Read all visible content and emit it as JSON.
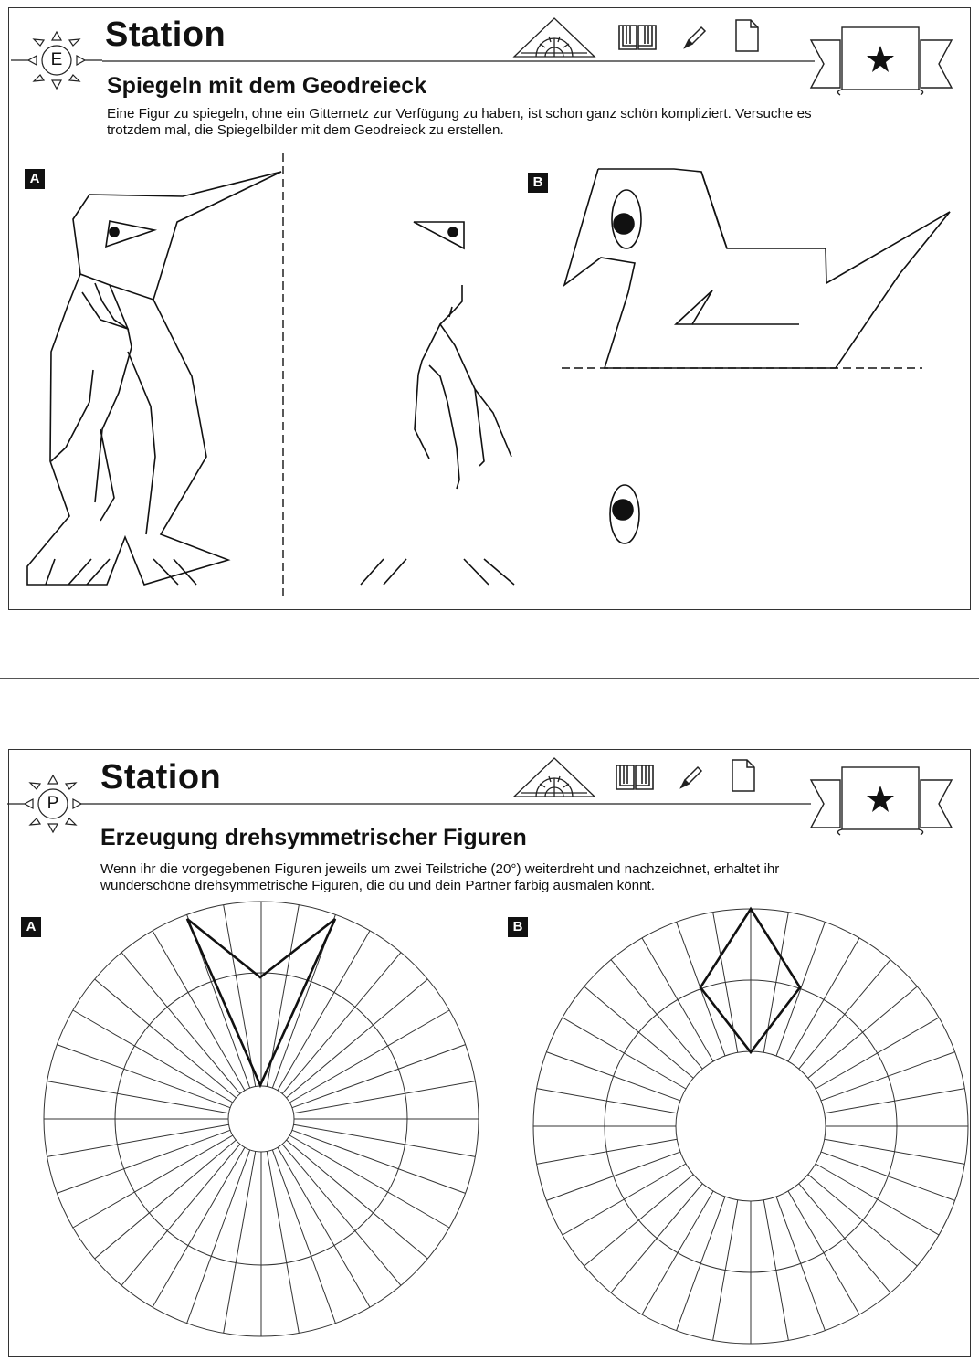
{
  "card1": {
    "letter": "E",
    "title": "Station",
    "subtitle": "Spiegeln mit dem Geodreieck",
    "description_line1": "Eine Figur zu spiegeln, ohne ein Gitternetz zur Verfügung zu haben, ist schon ganz schön kompliziert. Versuche es",
    "description_line2": "trotzdem mal, die Spiegelbilder mit dem Geodreieck zu erstellen.",
    "task_a": "A",
    "task_b": "B"
  },
  "card2": {
    "letter": "P",
    "title": "Station",
    "subtitle": "Erzeugung drehsymmetrischer Figuren",
    "description_line1": "Wenn ihr die vorgegebenen Figuren jeweils um zwei Teilstriche (20°) weiterdreht und nachzeichnet, erhaltet ihr",
    "description_line2": "wunderschöne drehsymmetrische Figuren, die du und dein Partner farbig ausmalen könnt.",
    "task_a": "A",
    "task_b": "B"
  },
  "icons": [
    "sun-icon",
    "geodreieck-icon",
    "book-icon",
    "pencil-icon",
    "sheet-icon",
    "star-banner-icon"
  ]
}
